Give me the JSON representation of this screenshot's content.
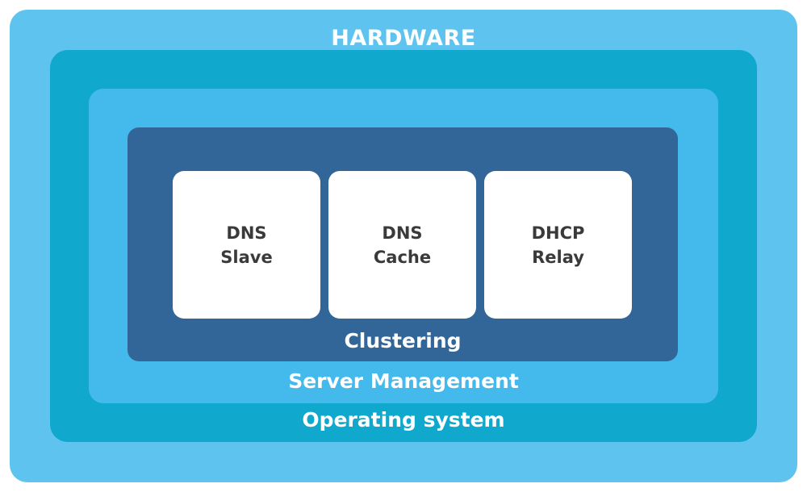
{
  "layers": {
    "hardware": {
      "label": "HARDWARE",
      "color": "#5ec4ef"
    },
    "operating_system": {
      "label": "Operating system",
      "color": "#10a8cc"
    },
    "server_management": {
      "label": "Server Management",
      "color": "#44b9ec"
    },
    "clustering": {
      "label": "Clustering",
      "color": "#326698"
    }
  },
  "services": [
    {
      "line1": "DNS",
      "line2": "Slave"
    },
    {
      "line1": "DNS",
      "line2": "Cache"
    },
    {
      "line1": "DHCP",
      "line2": "Relay"
    }
  ],
  "colors": {
    "card_background": "#ffffff",
    "card_text": "#3a3a3a",
    "layer_text": "#ffffff"
  }
}
